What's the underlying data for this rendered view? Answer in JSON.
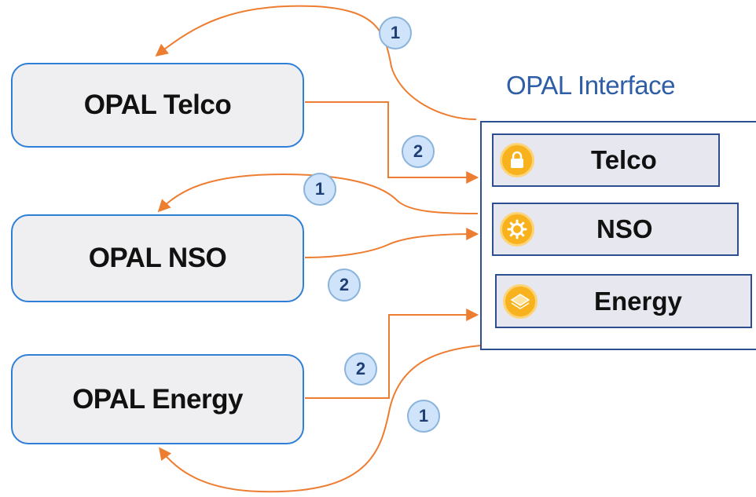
{
  "nodes": {
    "telco": "OPAL Telco",
    "nso": "OPAL NSO",
    "energy": "OPAL Energy"
  },
  "interface": {
    "title": "OPAL Interface",
    "modules": {
      "telco": {
        "label": "Telco",
        "icon": "lock-icon"
      },
      "nso": {
        "label": "NSO",
        "icon": "gear-icon"
      },
      "energy": {
        "label": "Energy",
        "icon": "layers-icon"
      }
    }
  },
  "steps": {
    "telco_1": "1",
    "telco_2": "2",
    "nso_1": "1",
    "nso_2": "2",
    "energy_1": "1",
    "energy_2": "2"
  },
  "colors": {
    "node_border": "#2f7fd6",
    "node_fill": "#efeff1",
    "interface_border": "#2e4f8f",
    "interface_title": "#2e5fa6",
    "module_fill": "#e6e7ef",
    "connector": "#ed7d31",
    "icon_fill": "#f7b21d",
    "badge_fill": "#cfe4fa",
    "badge_text": "#1f3e74"
  }
}
